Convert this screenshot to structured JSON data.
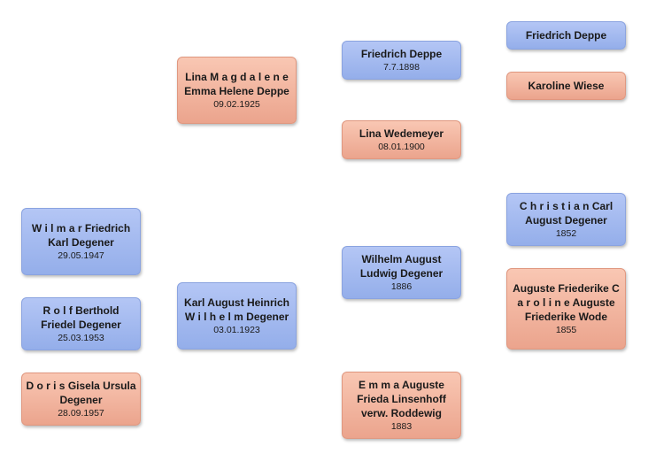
{
  "people": {
    "p1": {
      "name": "W i l m a r Friedrich Karl Degener",
      "date": "29.05.1947"
    },
    "p2": {
      "name": "R o l f Berthold Friedel Degener",
      "date": "25.03.1953"
    },
    "p3": {
      "name": "D o r i s Gisela Ursula Degener",
      "date": "28.09.1957"
    },
    "mother": {
      "name": "Lina M a g d a l e n e Emma Helene Deppe",
      "date": "09.02.1925"
    },
    "father": {
      "name": "Karl August Heinrich W i l h e l m Degener",
      "date": "03.01.1923"
    },
    "mgf": {
      "name": "Friedrich Deppe",
      "date": "7.7.1898"
    },
    "mgm": {
      "name": "Lina Wedemeyer",
      "date": "08.01.1900"
    },
    "pgf": {
      "name": "Wilhelm August Ludwig Degener",
      "date": "1886"
    },
    "pgm": {
      "name": "E m m a Auguste Frieda Linsenhoff verw. Roddewig",
      "date": "1883"
    },
    "mgf_father": {
      "name": "Friedrich Deppe"
    },
    "mgf_mother": {
      "name": "Karoline Wiese"
    },
    "pgf_father": {
      "name": "C h r i s t i a n Carl August Degener",
      "date": "1852"
    },
    "pgf_mother": {
      "name": "Auguste Friederike C a r o l i n e Auguste Friederike Wode",
      "date": "1855"
    }
  },
  "colors": {
    "male": "#9db4ee",
    "female": "#f3b39c"
  }
}
